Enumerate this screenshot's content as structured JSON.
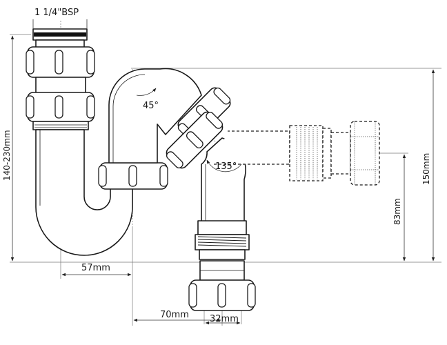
{
  "dimensions": {
    "thread": "1 1/4\"BSP",
    "inlet_height": "140-230mm",
    "offset_57": "57mm",
    "offset_70": "70mm",
    "outlet_32": "32mm",
    "height_83": "83mm",
    "height_150": "150mm",
    "angle_45": "45°",
    "angle_135": "135°"
  }
}
